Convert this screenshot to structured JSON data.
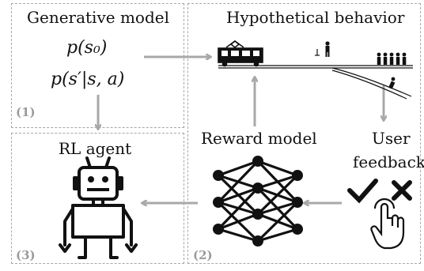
{
  "panels": {
    "generative": {
      "title": "Generative model",
      "formula_1": "p(s₀)",
      "formula_2": "p(s′|s, a)",
      "number": "(1)"
    },
    "hypothetical": {
      "title": "Hypothetical behavior",
      "reward_model": "Reward model",
      "user_feedback_line1": "User",
      "user_feedback_line2": "feedback",
      "number": "(2)"
    },
    "agent": {
      "title": "RL agent",
      "number": "(3)"
    }
  },
  "colors": {
    "arrow": "#a8a8a8",
    "ink": "#111111",
    "border": "#a8a8a8"
  },
  "icons": [
    "tram-icon",
    "person-icon",
    "group-of-people-icon",
    "neural-network-icon",
    "robot-icon",
    "checkmark-icon",
    "cross-icon",
    "hand-pointer-icon"
  ]
}
